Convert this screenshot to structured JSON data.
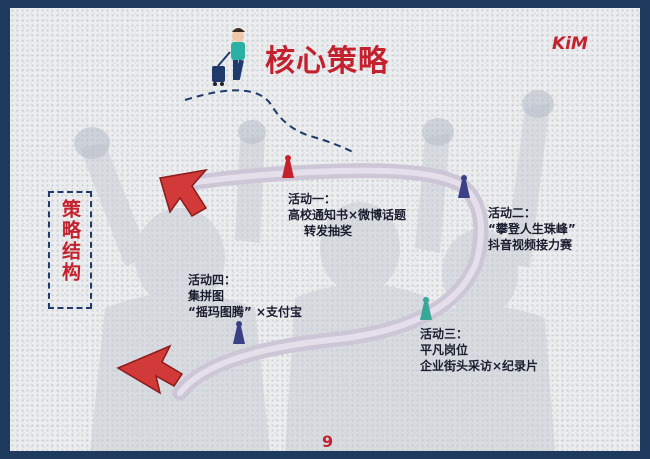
{
  "title": "核心策略",
  "logo": "KiM",
  "side_label": "策略结构",
  "activities": [
    {
      "name": "活动一：",
      "desc_1": "高校通知书×微博话题",
      "desc_2": "转发抽奖"
    },
    {
      "name": "活动二：",
      "desc_1": "“攀登人生珠峰”",
      "desc_2": "抖音视频接力赛"
    },
    {
      "name": "活动三：",
      "desc_1": "平凡岗位",
      "desc_2": "企业街头采访×纪录片"
    },
    {
      "name": "活动四：",
      "desc_1": "集拼图",
      "desc_2": "“摇玛图腾” ×支付宝"
    }
  ],
  "page_number": "9",
  "colors": {
    "accent_red": "#c4212f",
    "navy": "#1f3a5f",
    "text": "#1a1d2e"
  }
}
